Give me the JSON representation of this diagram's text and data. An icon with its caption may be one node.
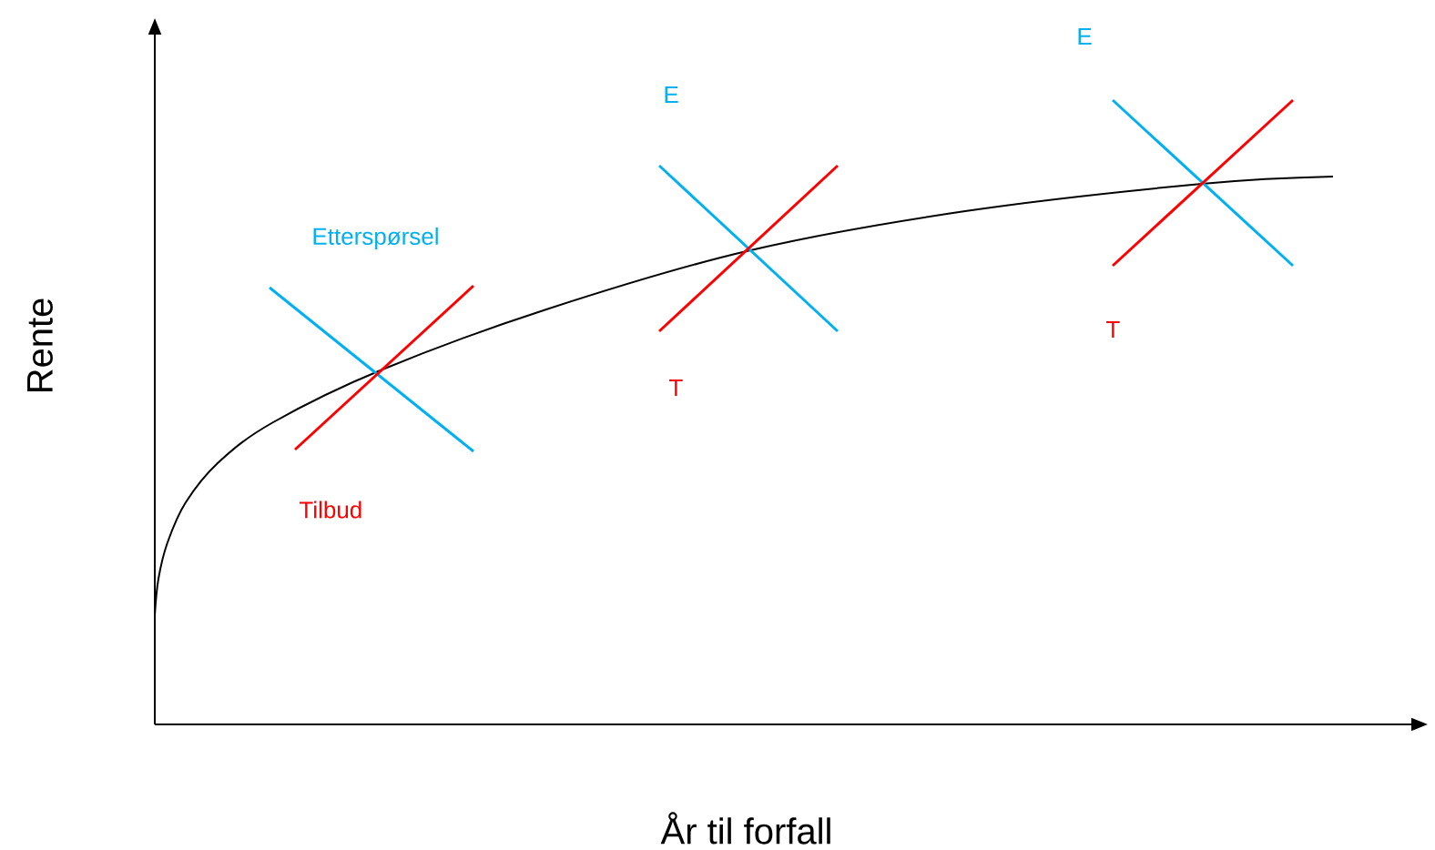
{
  "diagram": {
    "labels": [
      "E",
      "E",
      "Etterspørsel",
      "T",
      "T",
      "Tilbud",
      "Rente",
      "År til forfall"
    ]
  }
}
